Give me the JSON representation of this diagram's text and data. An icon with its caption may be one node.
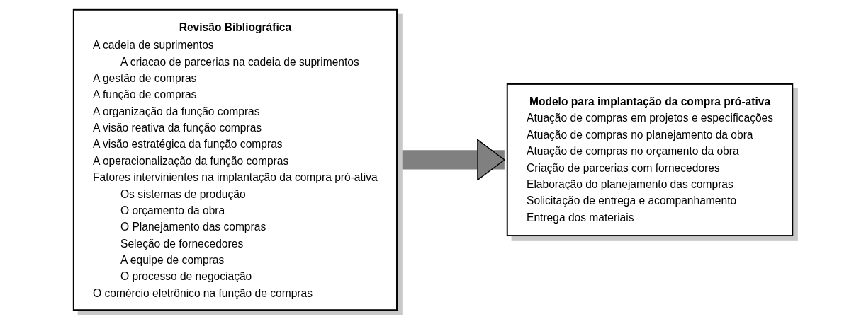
{
  "diagram": {
    "nodes": [
      {
        "text": [
          "Revisão Bibliográfica",
          "A cadeia de suprimentos",
          "A criacao de parcerias na cadeia de suprimentos",
          "A gestão de compras",
          "A função de compras",
          "A organização da função compras",
          "A visão reativa da função compras",
          "A visão estratégica da função compras",
          "A operacionalização da função compras",
          "Fatores intervinientes na implantação da compra pró-ativa",
          "Os sistemas de produção",
          "O orçamento da obra",
          "O Planejamento das compras",
          "Seleção de fornecedores",
          "A equipe de compras",
          "O processo de negociação",
          "O comércio eletrônico na função de compras"
        ]
      },
      {
        "text": [
          "Modelo para implantação da compra pró-ativa",
          "Atuação de compras em projetos e especificações",
          "Atuação de compras no planejamento da obra",
          "Atuação de compras no orçamento da obra",
          "Criação de parcerias com fornecedores",
          "Elaboração do planejamento das compras",
          "Solicitação de entrega e acompanhamento",
          "Entrega dos materiais"
        ]
      }
    ],
    "edges": [
      {
        "from": 0,
        "to": 1,
        "arrow": "to"
      }
    ]
  }
}
